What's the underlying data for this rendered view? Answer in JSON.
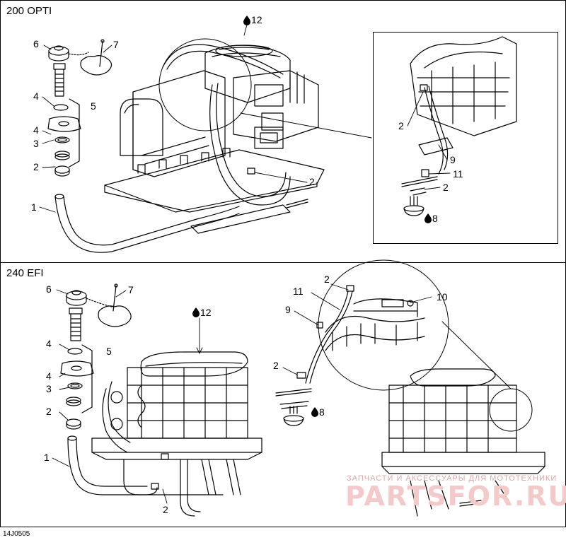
{
  "panels": {
    "top": {
      "title": "200 OPTI"
    },
    "bottom": {
      "title": "240 EFI"
    }
  },
  "callouts_top": [
    "6",
    "7",
    "4",
    "5",
    "4",
    "3",
    "2",
    "1",
    "2",
    "2",
    "9",
    "11",
    "2",
    "8",
    "12"
  ],
  "callouts_bottom": [
    "6",
    "7",
    "4",
    "5",
    "4",
    "3",
    "2",
    "1",
    "2",
    "2",
    "11",
    "10",
    "9",
    "2",
    "8",
    "12"
  ],
  "footer": {
    "code": "14J0505"
  },
  "watermark": {
    "line1": "ЗАПЧАСТИ И АКСЕССУАРЫ ДЛЯ МОТОТЕХНИКИ",
    "line2": "PARTSFOR.RU"
  },
  "icons": {
    "drop": "oil-drop-icon"
  }
}
